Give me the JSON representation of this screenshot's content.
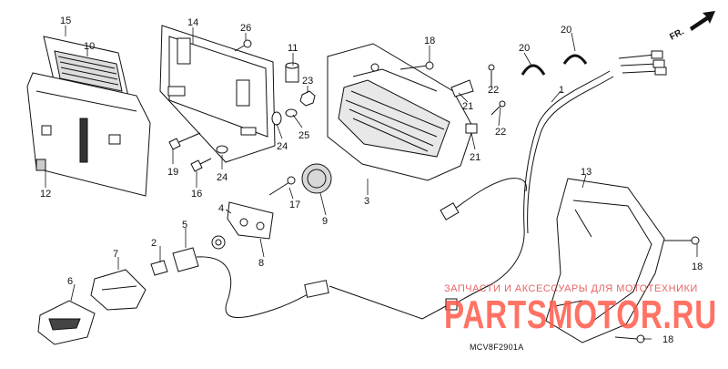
{
  "diagram": {
    "direction_label": "FR.",
    "drawing_code": "MCV8F2901A",
    "callouts": {
      "c15": "15",
      "c10": "10",
      "c14": "14",
      "c26": "26",
      "c11": "11",
      "c23": "23",
      "c25": "25",
      "c24a": "24",
      "c24b": "24",
      "c19": "19",
      "c16": "16",
      "c12": "12",
      "c18a": "18",
      "c18b": "18",
      "c18c": "18",
      "c21a": "21",
      "c21b": "21",
      "c22a": "22",
      "c22b": "22",
      "c20a": "20",
      "c20b": "20",
      "c1": "1",
      "c3": "3",
      "c4": "4",
      "c17": "17",
      "c9": "9",
      "c8": "8",
      "c5": "5",
      "c2": "2",
      "c7": "7",
      "c6": "6",
      "c13": "13"
    }
  },
  "watermark": {
    "tagline": "ЗАПЧАСТИ И АКСЕССУАРЫ ДЛЯ МОТОТЕХНИКИ",
    "brand": "PARTSMOTOR.RU"
  }
}
